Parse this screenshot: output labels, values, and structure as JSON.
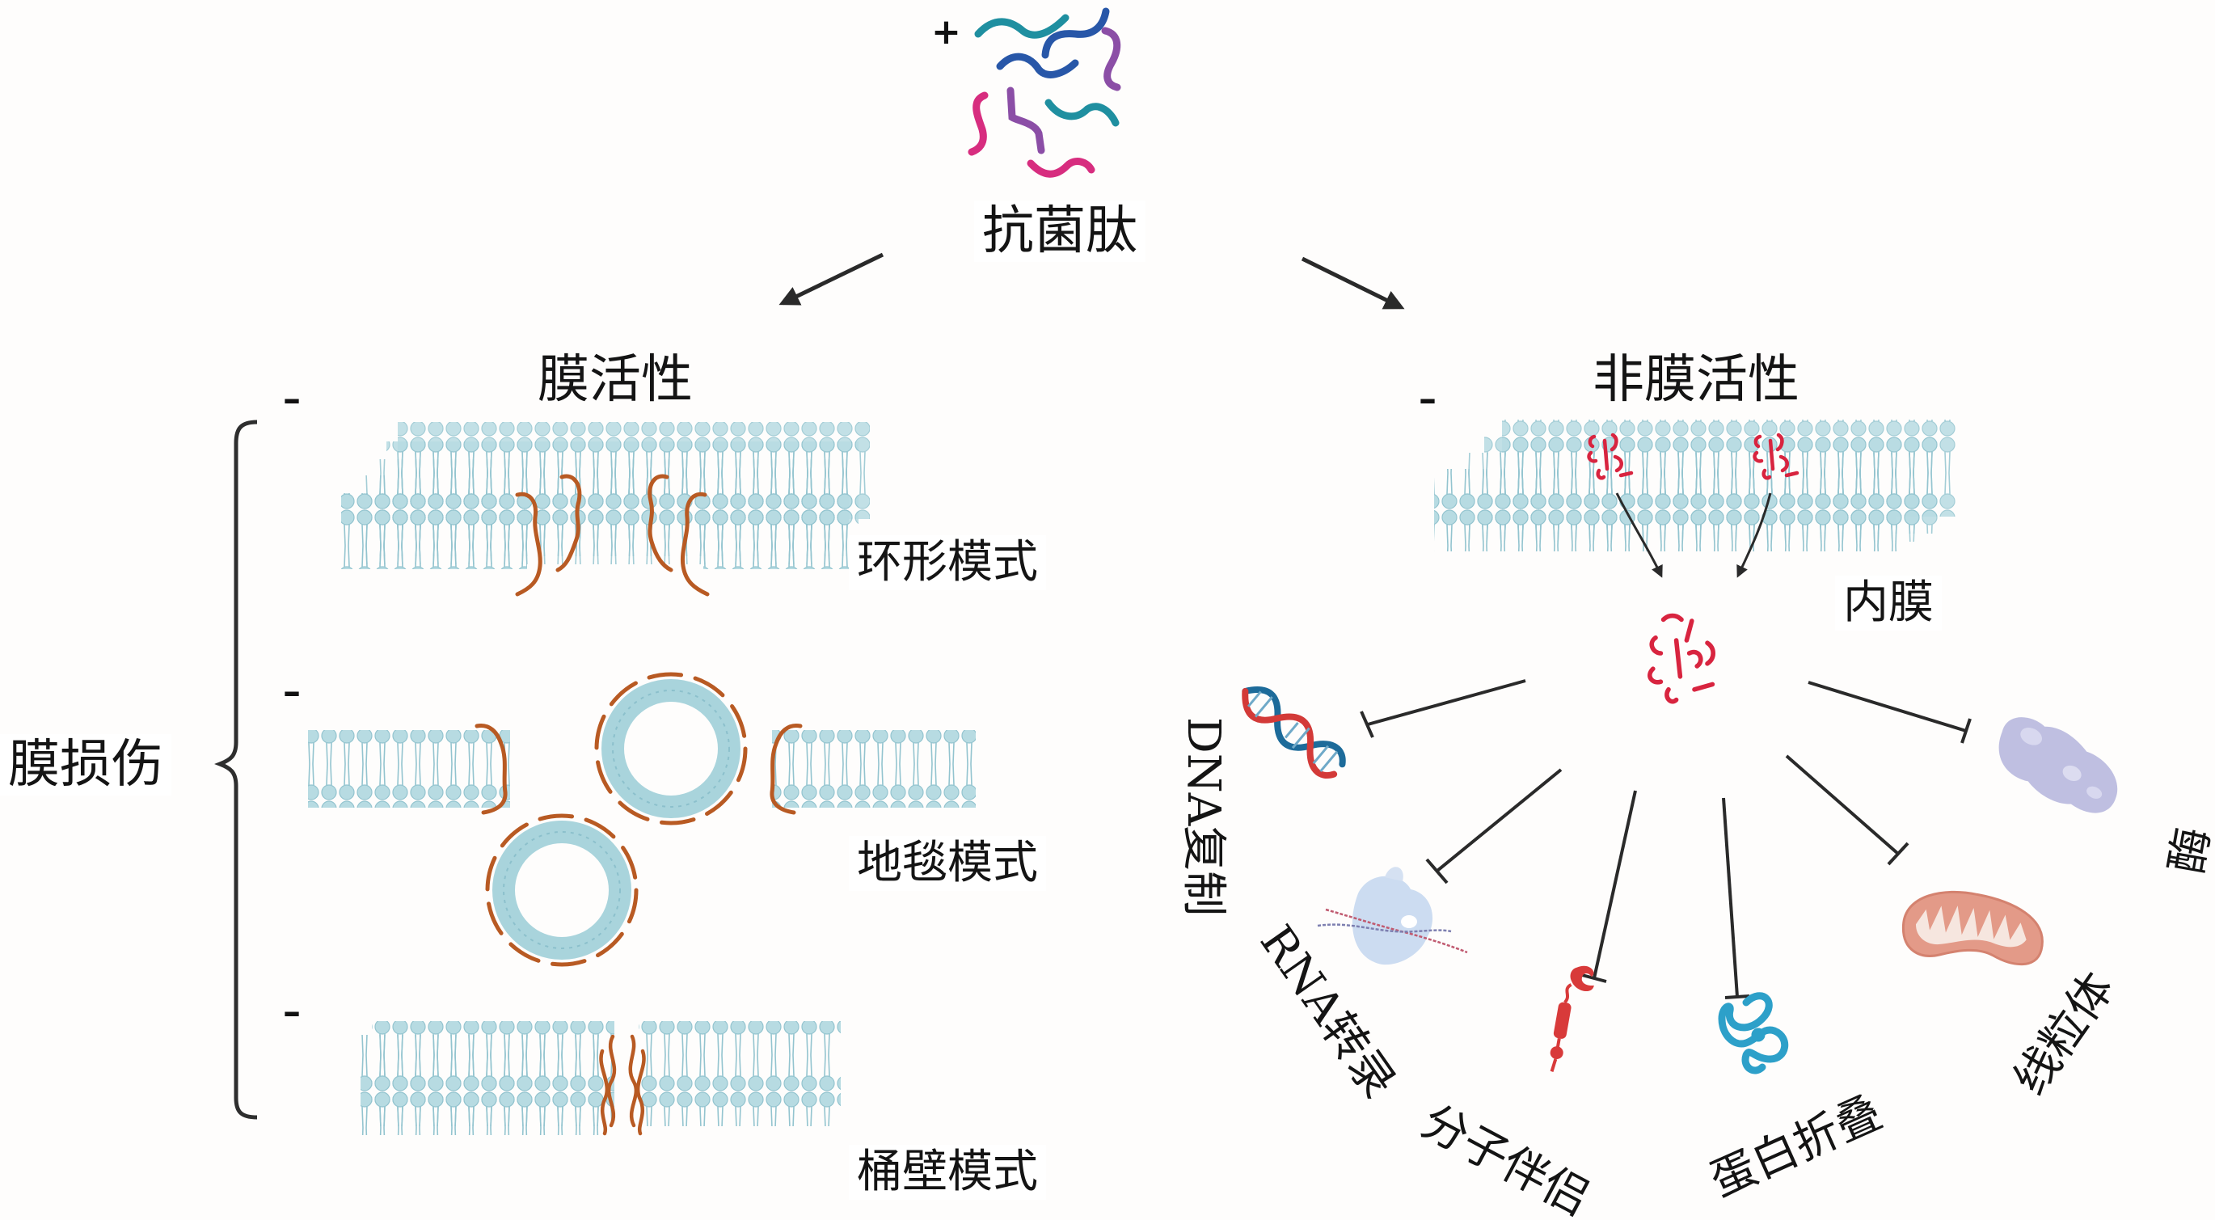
{
  "title": "抗菌肽",
  "charge_signs": {
    "peptide": "+",
    "membrane": "–"
  },
  "branches": {
    "membrane_active": {
      "title": "膜活性",
      "group_label": "膜损伤",
      "models": [
        {
          "label": "环形模式"
        },
        {
          "label": "地毯模式"
        },
        {
          "label": "桶壁模式"
        }
      ]
    },
    "non_membrane_active": {
      "title": "非膜活性",
      "inner_membrane_label": "内膜",
      "targets": [
        {
          "label": "DNA复制",
          "icon": "dna-helix-icon"
        },
        {
          "label": "RNA转录",
          "icon": "rna-polymerase-icon"
        },
        {
          "label": "分子伴侣",
          "icon": "chaperone-icon"
        },
        {
          "label": "蛋白折叠",
          "icon": "protein-folding-icon"
        },
        {
          "label": "线粒体",
          "icon": "mitochondrion-icon"
        },
        {
          "label": "酶",
          "icon": "enzyme-icon"
        }
      ]
    }
  },
  "colors": {
    "lipid": "#a9d4dc",
    "lipid_stroke": "#8cc0cc",
    "peptide_membrane": "#b85a23",
    "peptide_internal": "#d8243f",
    "peptide_teal": "#1f8fa0",
    "peptide_blue": "#2857a8",
    "peptide_purple": "#8b4ea6",
    "peptide_pink": "#d72d7f",
    "arrow": "#2a2a2a",
    "dna_blue": "#1d6b9a",
    "dna_red": "#d33a38",
    "mito_fill": "#e39a88",
    "mito_inner": "#f6e6df",
    "enzyme": "#b8b8de",
    "folding": "#2da0c9",
    "chaperone": "#d83a3a",
    "polymerase": "#c7d8ef"
  }
}
